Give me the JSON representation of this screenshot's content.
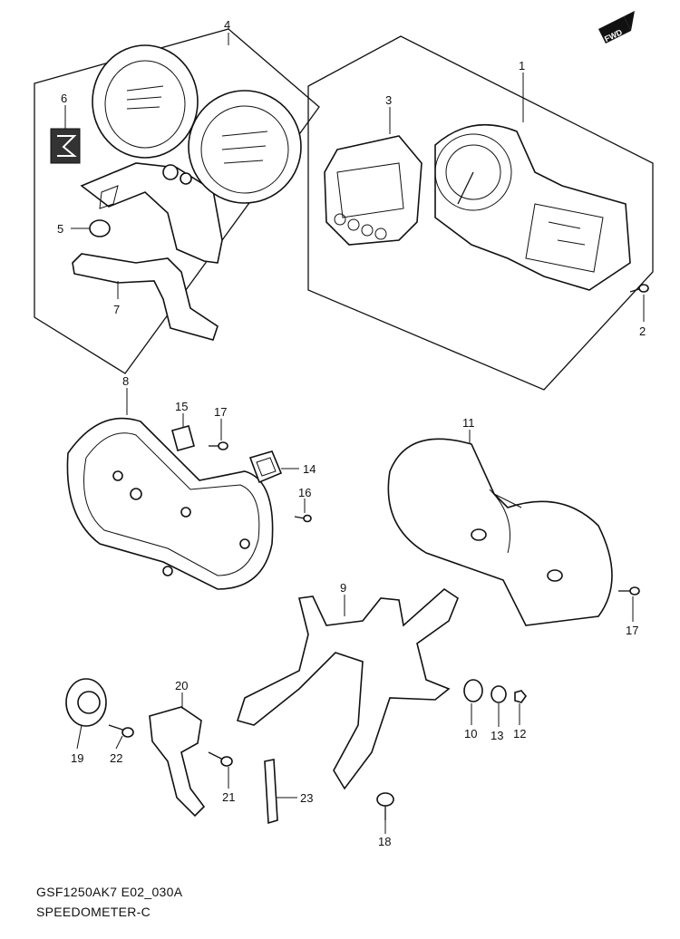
{
  "diagram": {
    "code": "GSF1250AK7 E02_030A",
    "title": "SPEEDOMETER-C",
    "direction_badge": "FWD",
    "callouts": {
      "p1": "1",
      "p2": "2",
      "p3": "3",
      "p4": "4",
      "p5": "5",
      "p6": "6",
      "p7": "7",
      "p8": "8",
      "p9": "9",
      "p10": "10",
      "p11": "11",
      "p12": "12",
      "p13": "13",
      "p14": "14",
      "p15": "15",
      "p16": "16",
      "p17a": "17",
      "p17b": "17",
      "p18": "18",
      "p19": "19",
      "p20": "20",
      "p21": "21",
      "p22": "22",
      "p23": "23"
    }
  }
}
